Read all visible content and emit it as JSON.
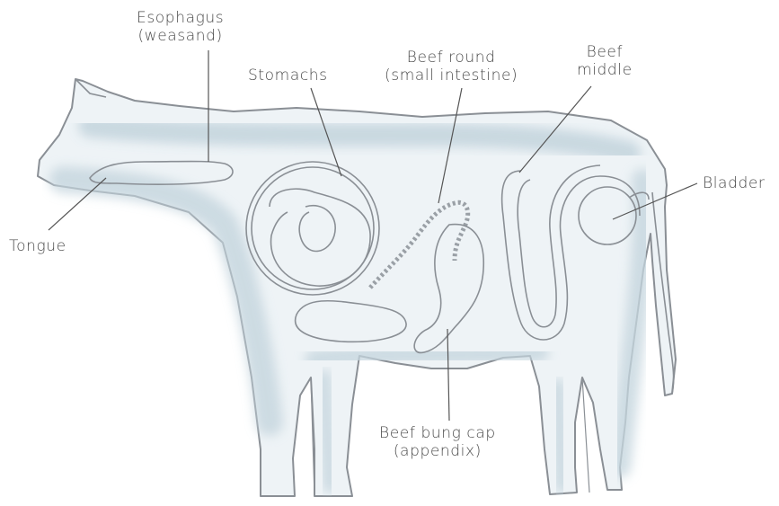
{
  "labels": {
    "esophagus": {
      "line1": "Esophagus",
      "line2": "(weasand)"
    },
    "stomachs": {
      "line1": "Stomachs"
    },
    "beef_round": {
      "line1": "Beef round",
      "line2": "(small intestine)"
    },
    "beef_middle": {
      "line1": "Beef",
      "line2": "middle"
    },
    "bladder": {
      "line1": "Bladder"
    },
    "tongue": {
      "line1": "Tongue"
    },
    "bung_cap": {
      "line1": "Beef bung cap",
      "line2": "(appendix)"
    }
  },
  "colors": {
    "outline": "#8a8f95",
    "shade": "#c5d5de",
    "text": "#4a4a4a",
    "leader": "#555555"
  }
}
